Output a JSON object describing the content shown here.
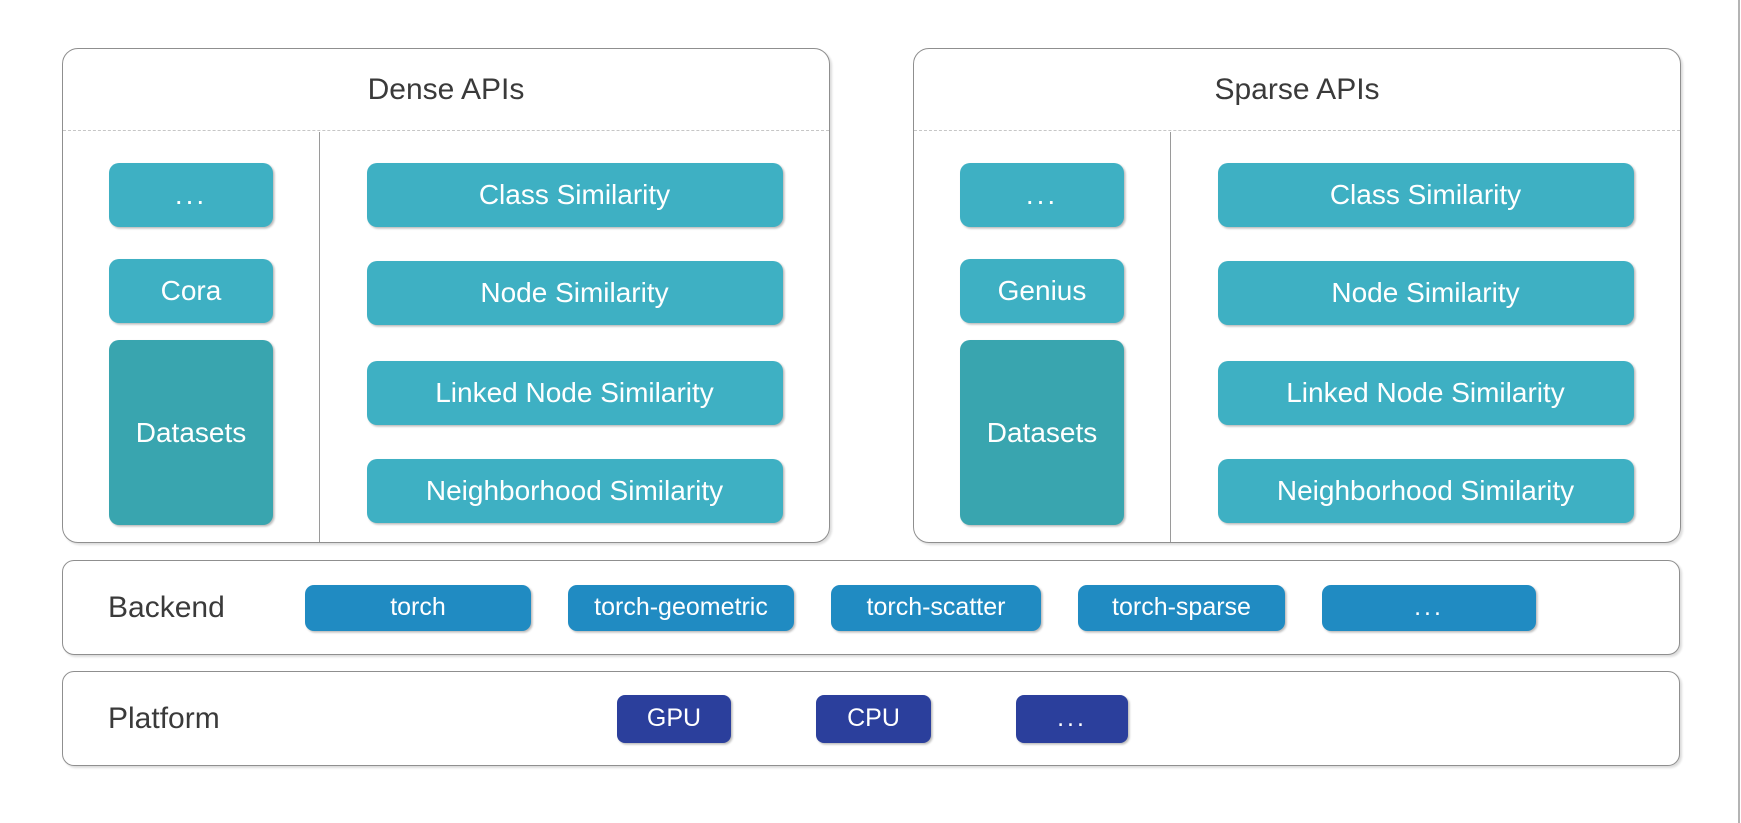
{
  "panels": [
    {
      "title": "Dense APIs",
      "datasets_more": "...",
      "dataset_name": "Cora",
      "datasets_label": "Datasets",
      "apis": [
        "Class Similarity",
        "Node Similarity",
        "Linked Node Similarity",
        "Neighborhood Similarity"
      ]
    },
    {
      "title": "Sparse APIs",
      "datasets_more": "...",
      "dataset_name": "Genius",
      "datasets_label": "Datasets",
      "apis": [
        "Class Similarity",
        "Node Similarity",
        "Linked Node Similarity",
        "Neighborhood Similarity"
      ]
    }
  ],
  "backend": {
    "label": "Backend",
    "items": [
      "torch",
      "torch-geometric",
      "torch-scatter",
      "torch-sparse",
      "..."
    ]
  },
  "platform": {
    "label": "Platform",
    "items": [
      "GPU",
      "CPU",
      "..."
    ]
  },
  "colors": {
    "teal": "#3EB0C3",
    "teal_dark": "#39A5AF",
    "backend_blue": "#208BC2",
    "platform_navy": "#2B3F9C",
    "panel_border": "#8F8F8F",
    "title_text": "#3A3A3A"
  }
}
